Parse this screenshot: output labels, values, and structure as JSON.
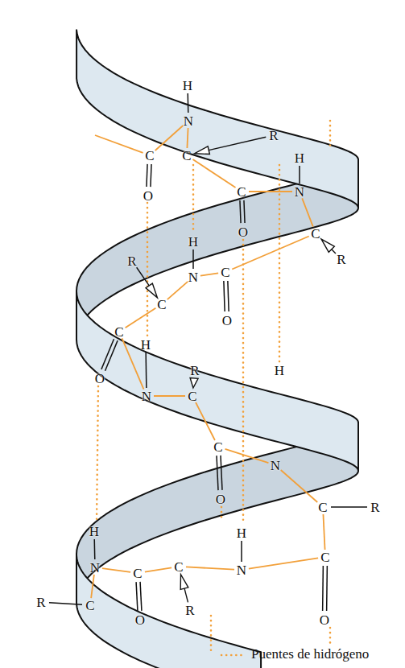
{
  "diagram": {
    "labels": [
      "H",
      "N",
      "R",
      "C",
      "C",
      "H",
      "C",
      "N",
      "O",
      "O",
      "C",
      "H",
      "R",
      "R",
      "N",
      "C",
      "C",
      "O",
      "C",
      "H",
      "R",
      "H",
      "O",
      "N",
      "C",
      "C",
      "N",
      "O",
      "C",
      "R",
      "H",
      "H",
      "C",
      "N",
      "N",
      "C",
      "C",
      "R",
      "C",
      "R",
      "O",
      "O"
    ],
    "legend": [
      {
        "text": "Puentes de hidrógeno"
      }
    ]
  }
}
